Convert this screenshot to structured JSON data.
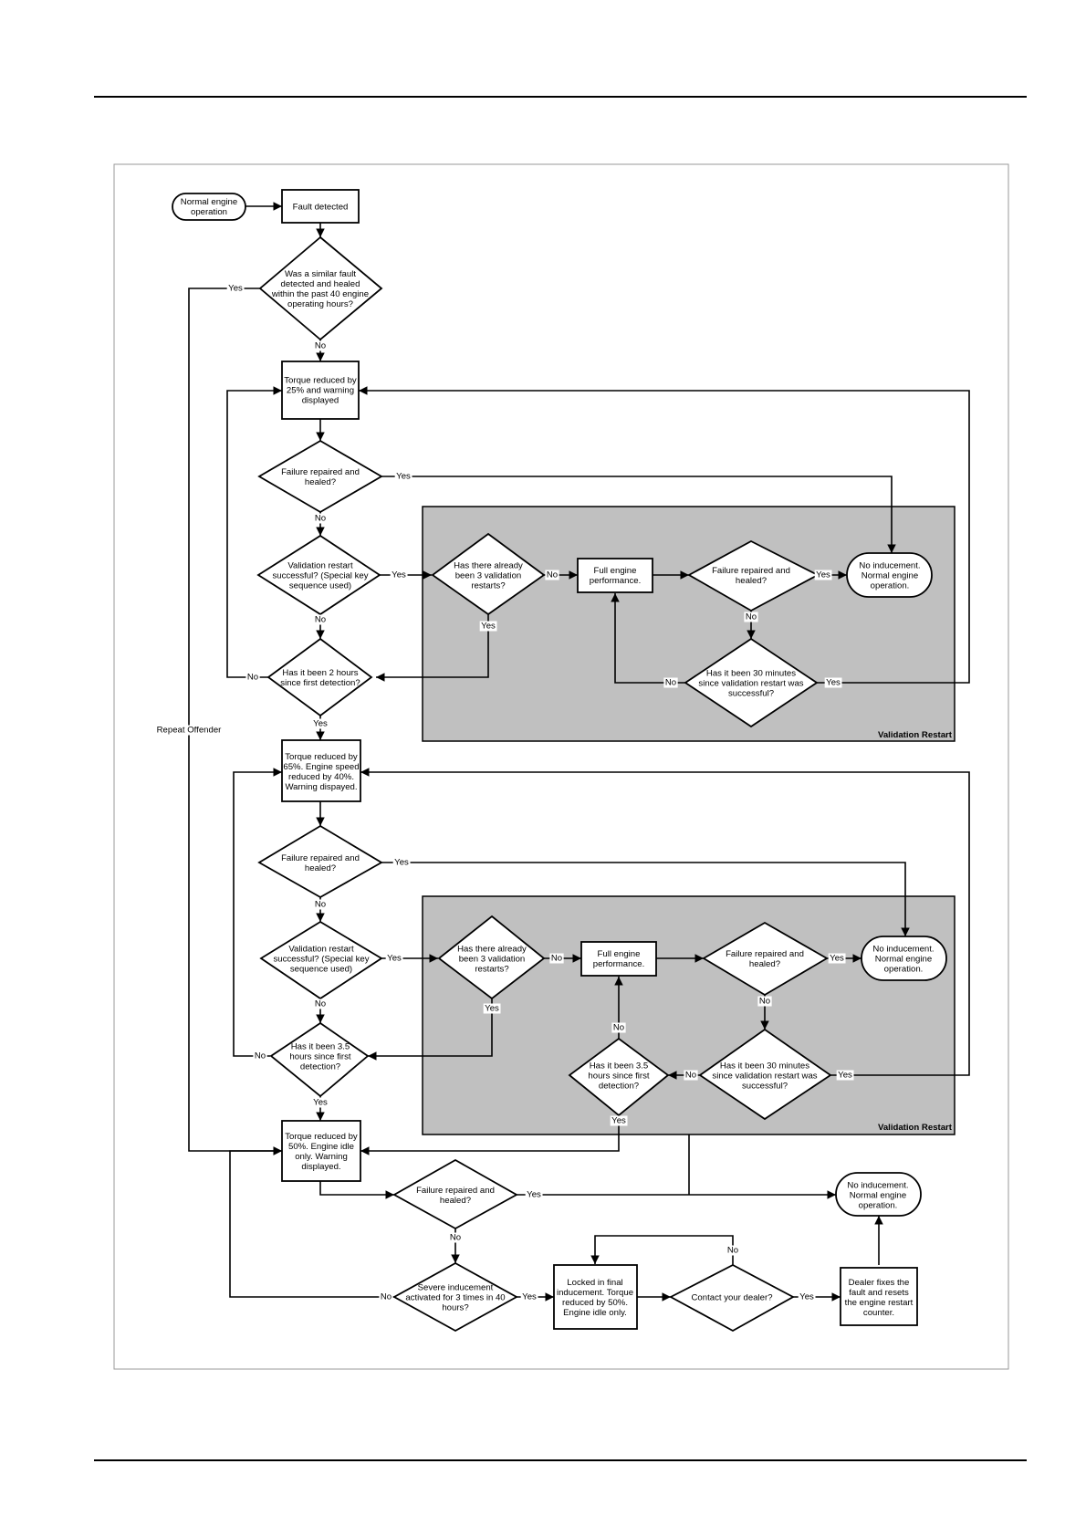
{
  "nodes": {
    "start": "Normal engine\noperation",
    "fault_detected": "Fault detected",
    "similar_fault_q": "Was a similar fault\ndetected and healed\nwithin the past 40 engine\noperating hours?",
    "torque25": "Torque reduced by\n25% and warning\ndisplayed",
    "repaired1_q": "Failure repaired and\nhealed?",
    "validation1_q": "Validation restart\nsuccessful? (Special key\nsequence used)",
    "two_hours_q": "Has it been 2 hours\nsince first detection?",
    "three_val1_q": "Has there already\nbeen 3 validation\nrestarts?",
    "full_perf1": "Full engine\nperformance.",
    "repaired1b_q": "Failure repaired and\nhealed?",
    "no_inducement1": "No inducement.\nNormal engine\noperation.",
    "thirty_min1_q": "Has it been 30 minutes\nsince validation restart was\nsuccessful?",
    "torque65": "Torque reduced by\n65%.  Engine speed\nreduced by 40%.\nWarning dispayed.",
    "repaired2_q": "Failure repaired and\nhealed?",
    "validation2_q": "Validation restart\nsuccessful? (Special key\nsequence used)",
    "three_five_q": "Has it been 3.5\nhours since first\ndetection?",
    "three_val2_q": "Has there already\nbeen 3 validation\nrestarts?",
    "full_perf2": "Full engine\nperformance.",
    "repaired2b_q": "Failure repaired and\nhealed?",
    "no_inducement2": "No inducement.\nNormal engine\noperation.",
    "thirty_min2_q": "Has it been 30 minutes\nsince validation restart was\nsuccessful?",
    "three_five_b_q": "Has it been 3.5\nhours since first\ndetection?",
    "torque50": "Torque reduced by\n50%.  Engine idle\nonly. Warning\ndisplayed.",
    "repaired3_q": "Failure repaired and\nhealed?",
    "no_inducement3": "No inducement.\nNormal engine\noperation.",
    "severe_q": "Severe inducement\nactivated for 3 times in 40\nhours?",
    "locked": "Locked in final\ninducement. Torque\nreduced by 50%.\nEngine idle only.",
    "contact_q": "Contact your dealer?",
    "dealer": "Dealer fixes the\nfault and resets\nthe engine restart\ncounter."
  },
  "labels": {
    "yes": "Yes",
    "no": "No",
    "repeat_offender": "Repeat Offender"
  },
  "panels": {
    "validation_restart": "Validation Restart"
  },
  "colors": {
    "panel_fill": "#c0c0c0",
    "line": "#000000"
  }
}
